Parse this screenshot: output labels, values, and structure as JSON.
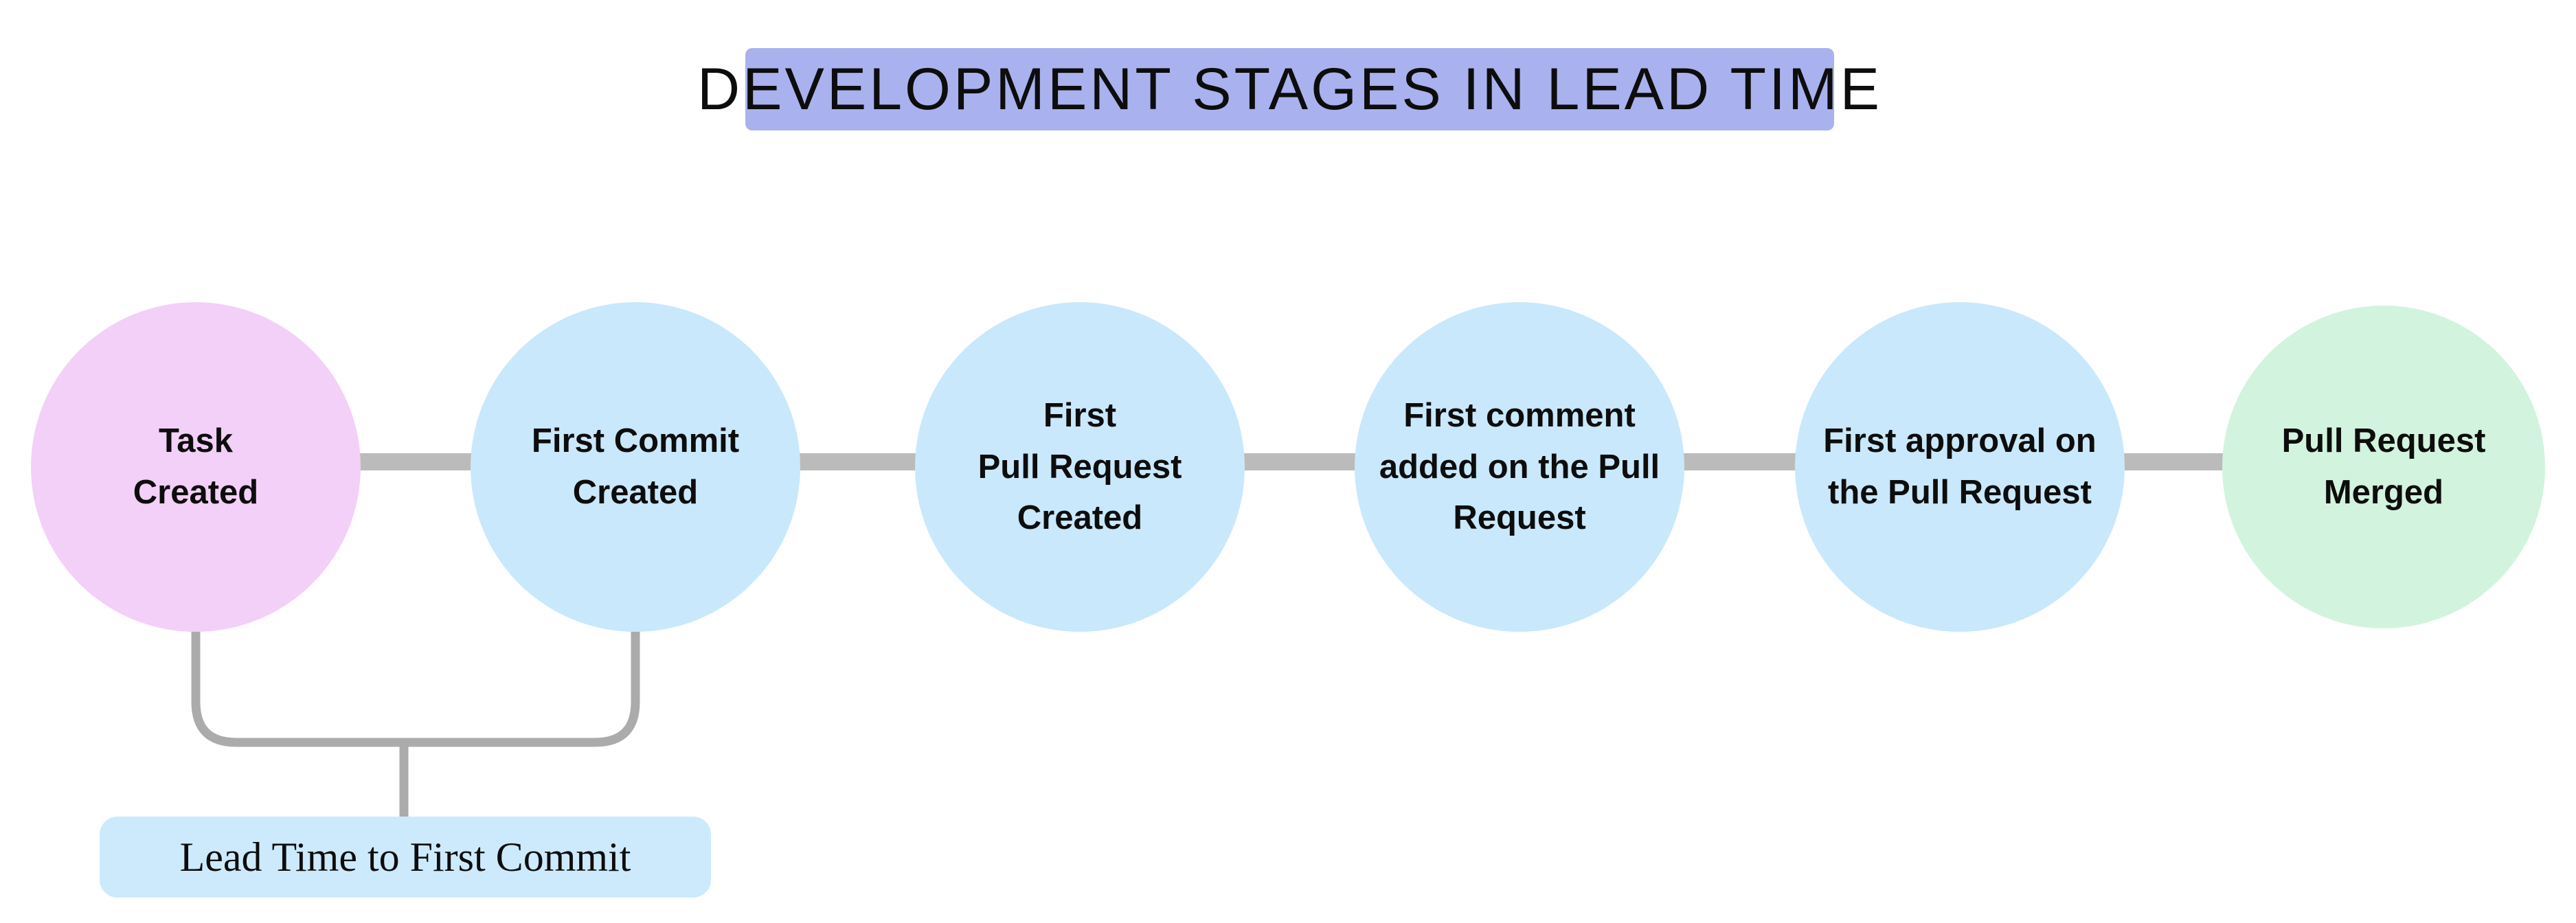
{
  "title": {
    "text": "DEVELOPMENT STAGES IN LEAD TIME",
    "bg": "#a9b2ee"
  },
  "stages": [
    {
      "label": "Task\nCreated",
      "color": "#f3d0f7"
    },
    {
      "label": "First Commit\nCreated",
      "color": "#c9e8fb"
    },
    {
      "label": "First\nPull Request\nCreated",
      "color": "#c9e8fb"
    },
    {
      "label": "First comment\nadded on the Pull\nRequest",
      "color": "#c9e8fb"
    },
    {
      "label": "First approval on\nthe Pull Request",
      "color": "#c9e8fb"
    },
    {
      "label": "Pull Request\nMerged",
      "color": "#d2f3dd"
    }
  ],
  "connector_color": "#bbbbbb",
  "bracket": {
    "color": "#ababab",
    "label": "Lead Time to First Commit",
    "label_bg": "#cdeafd"
  }
}
